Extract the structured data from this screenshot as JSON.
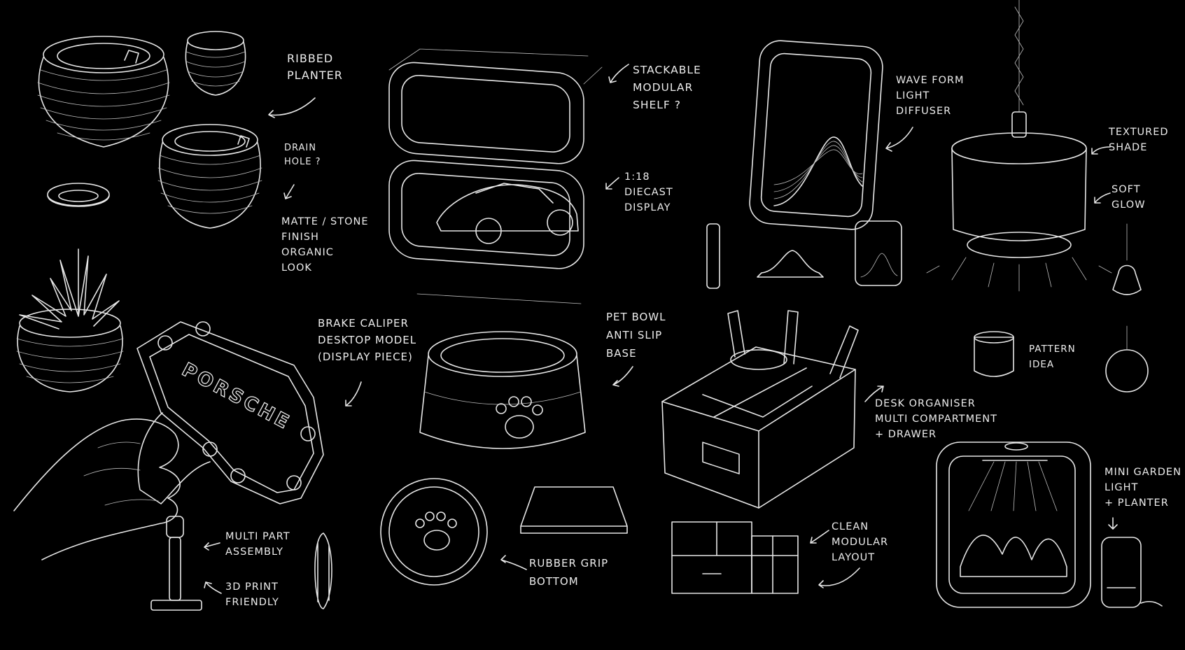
{
  "notes": {
    "ribbed_planter": "RIBBED\nPLANTER",
    "drain_hole": "DRAIN\nHOLE ?",
    "matte_finish": "MATTE / STONE\nFINISH\nORGANIC\nLOOK",
    "stackable_shelf": "STACKABLE\nMODULAR\nSHELF ?",
    "diecast": "1:18\nDIECAST\nDISPLAY",
    "wave_form": "WAVE FORM\nLIGHT\nDIFFUSER",
    "textured_shade": "TEXTURED\nSHADE",
    "soft_glow": "SOFT\nGLOW",
    "brake_caliper": "BRAKE CALIPER\nDESKTOP MODEL\n(DISPLAY PIECE)",
    "pet_bowl": "PET BOWL\nANTI SLIP\nBASE",
    "pattern_idea": "PATTERN\nIDEA",
    "desk_organiser": "DESK ORGANISER\nMULTI COMPARTMENT\n+ DRAWER",
    "multi_part": "MULTI PART\nASSEMBLY",
    "print_friendly": "3D PRINT\nFRIENDLY",
    "rubber_grip": "RUBBER GRIP\nBOTTOM",
    "clean_modular": "CLEAN\nMODULAR\nLAYOUT",
    "mini_garden": "MINI GARDEN\nLIGHT\n+ PLANTER"
  },
  "caliper_logo": "PORSCHE",
  "colors": {
    "background": "#000000",
    "ink": "#e6e6e6"
  }
}
